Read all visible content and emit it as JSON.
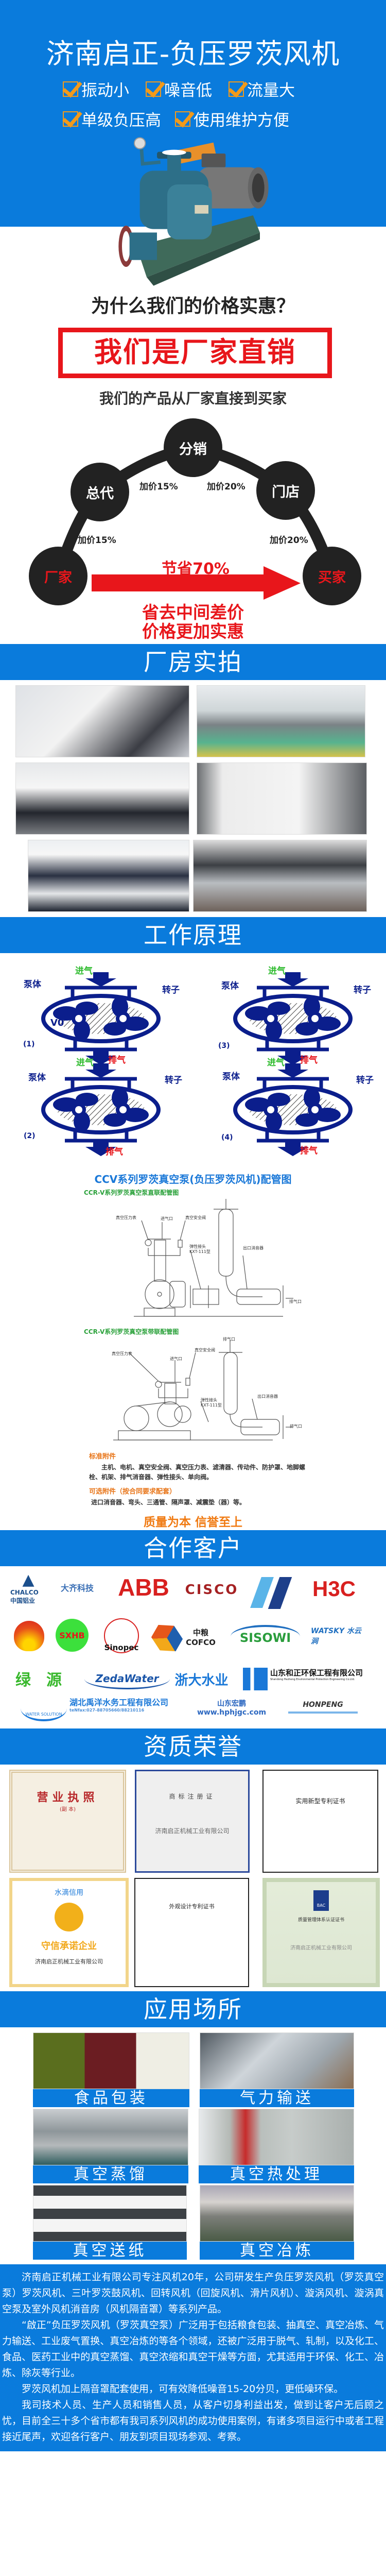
{
  "hero": {
    "title": "济南启正-负压罗茨风机",
    "features": [
      "振动小",
      "噪音低",
      "流量大",
      "单级负压高",
      "使用维护方便"
    ]
  },
  "pricing": {
    "question": "为什么我们的价格实惠？",
    "headline": "我们是厂家直销",
    "subtitle": "我们的产品从厂家直接到买家",
    "nodes": {
      "distribution": "分销",
      "general_agent": "总代",
      "store": "门店",
      "factory": "厂家",
      "buyer": "买家"
    },
    "markups": [
      "加价15%",
      "加价15%",
      "加价20%",
      "加价20%"
    ],
    "savings": "节省70%",
    "slogan": [
      "省去中间差价",
      "价格更加实惠"
    ]
  },
  "sections": {
    "factory": "厂房实拍",
    "principle": "工作原理",
    "clients": "合作客户",
    "honors": "资质荣誉",
    "applications": "应用场所"
  },
  "principle": {
    "labels": {
      "inlet": "进气",
      "outlet": "排气",
      "body": "泵体",
      "rotor": "转子",
      "v0": "V0"
    },
    "steps": [
      "(1)",
      "(2)",
      "(3)",
      "(4)"
    ],
    "pipe_title": "CCV系列罗茨真空泵(负压罗茨风机)配管图",
    "direct_title": "CCR-V系列罗茨真空泵直联配管图",
    "belt_title": "CCR-V系列罗茨真空泵带联配管图",
    "pipe_labels": {
      "gauge": "真空压力表",
      "inlet_port": "进气口",
      "safety_valve": "真空安全阀",
      "joint": "弹性接头",
      "joint_model": "KXT-111型",
      "muffler": "出口消音器",
      "exhaust_port": "排气口"
    },
    "standard_title": "标准附件",
    "standard_text": "主机、电机、真空安全阀、真空压力表、滤清器、传动件、防护罩、地脚螺栓、机架、排气消音器、弹性接头、单向阀。",
    "optional_title": "可选附件（按合同要求配套）",
    "optional_text": "进口消音器、弯头、三通管、隔声罩、减震垫（器）等。",
    "motto": "质量为本 信誉至上"
  },
  "clients": [
    "CHALCO 中国铝业",
    "大齐科技",
    "ABB",
    "CISCO",
    "",
    "H3C",
    "",
    "SXHB",
    "Sinopec",
    "中粮 COFCO",
    "SISOWI",
    "WATSKY 水云涧",
    "绿源",
    "ZedaWater",
    "浙大水业",
    "山东和正环保工程有限公司",
    "湖北禹洋水务工程有限公司",
    "山东宏鹏 www.hphjgc.com",
    "HONPENG"
  ],
  "client_extra": {
    "hezheng_en": "Shandong Hezheng Environmental Protection Engineering Co.Ltd.",
    "yuyang_en": "WATER SOLUTION",
    "yuyang_tel": "teNfax:027-88705660/88210116"
  },
  "certificates": [
    {
      "title": "营业执照",
      "sub": "(副 本)"
    },
    {
      "title": "商标注册证",
      "sub": "济南启正机械工业有限公司"
    },
    {
      "title": "实用新型专利证书",
      "sub": ""
    },
    {
      "title": "守信承诺企业",
      "sub": "济南启正机械工业有限公司",
      "brand": "水滴信用"
    },
    {
      "title": "外观设计专利证书",
      "sub": ""
    },
    {
      "title": "质量管理体系认证证书",
      "sub": "济南启正机械工业有限公司",
      "brand": "BAC"
    }
  ],
  "applications": [
    "食品包装",
    "气力输送",
    "真空蒸馏",
    "真空热处理",
    "真空送纸",
    "真空冶炼"
  ],
  "about": {
    "paragraphs": [
      "济南启正机械工业有限公司专注风机20年，公司研发生产负压罗茨风机（罗茨真空泵）罗茨风机、三叶罗茨鼓风机、回转风机（回旋风机、滑片风机）、漩涡风机、漩涡真空泵及室外风机消音房（风机隔音罩）等系列产品。",
      "“啟正”负压罗茨风机（罗茨真空泵）广泛用于包括粮食包装、抽真空、真空冶炼、气力输送、工业废气置换、真空冶炼的等各个领域，还被广泛用于脱气、轧制，以及化工、食品、医药工业中的真空蒸馏、真空浓缩和真空干燥等方面，尤其适用于环保、化工、冶炼、除灰等行业。",
      "罗茨风机加上隔音罩配套使用，可有效降低噪音15-20分贝，更低噪环保。",
      "我司技术人员、生产人员和销售人员，从客户切身利益出发，做到让客户无后顾之忧，目前全三十多个省市都有我司系列风机的成功使用案例，有诸多项目运行中或者工程接近尾声，欢迎各行客户、朋友到项目现场参观、考察。"
    ]
  },
  "colors": {
    "brand_blue": "#0a7bdc",
    "red": "#e8161b",
    "orange": "#f39a1a",
    "green": "#2dbb2d",
    "navy": "#0b1e8c"
  }
}
